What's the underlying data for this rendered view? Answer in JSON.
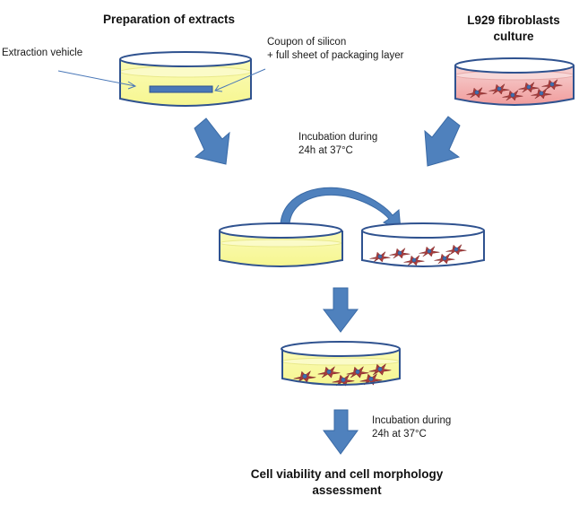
{
  "titles": {
    "preparation": "Preparation of extracts",
    "fibroblasts_line1": "L929 fibroblasts",
    "fibroblasts_line2": "culture",
    "assessment_line1": "Cell viability and cell morphology",
    "assessment_line2": "assessment"
  },
  "labels": {
    "extraction_vehicle": "Extraction vehicle",
    "coupon_line1": "Coupon of silicon",
    "coupon_line2": "+ full sheet of packaging layer",
    "incubation1_line1": "Incubation during",
    "incubation1_line2": "24h at 37°C",
    "incubation2_line1": "Incubation during",
    "incubation2_line2": "24h at 37°C"
  },
  "colors": {
    "arrow_fill": "#4f81bd",
    "arrow_stroke": "#3a6aa6",
    "dish_stroke": "#2f528f",
    "yellow_medium": "#fafaa0",
    "pink_medium": "#f4b8b8",
    "cell_fill": "#a83c3c",
    "nucleus": "#3f6fb0",
    "coupon": "#4a78b8"
  }
}
